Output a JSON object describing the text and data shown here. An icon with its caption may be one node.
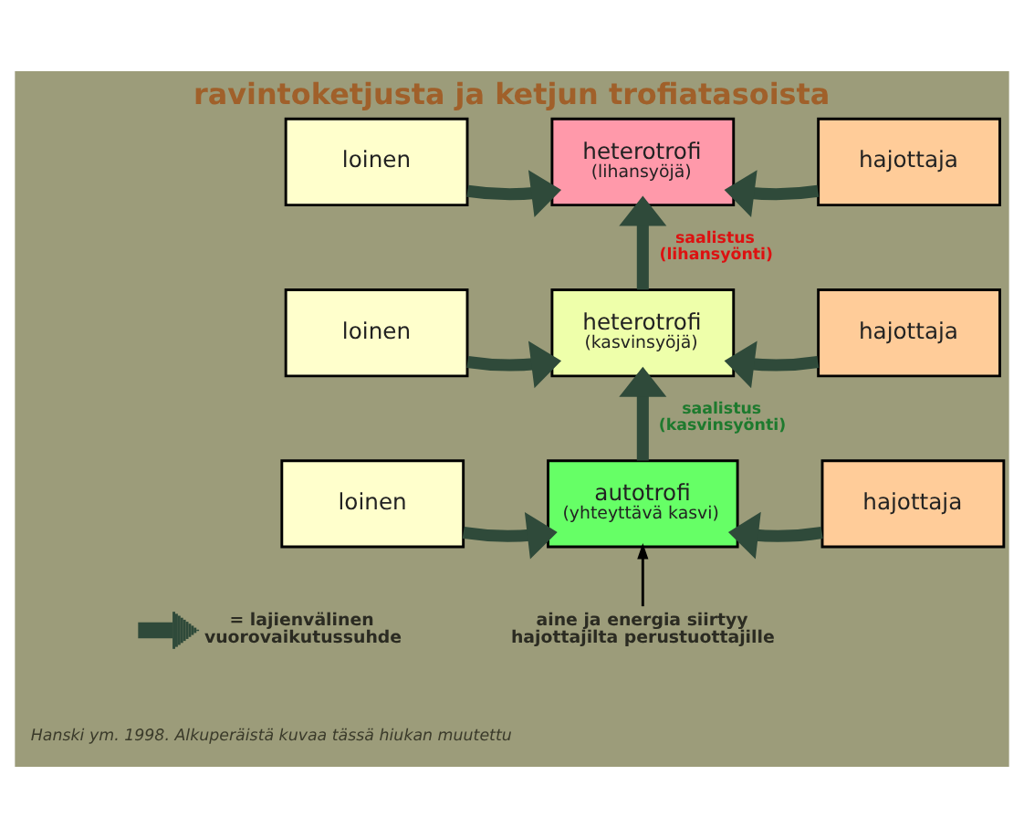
{
  "diagram": {
    "title": "ravintoketjusta ja ketjun trofiatasoista",
    "caption": "Hanski ym. 1998. Alkuperäistä kuvaa tässä hiukan muutettu",
    "nodes": [
      {
        "text": [
          "loinen"
        ]
      },
      {
        "text": [
          "heterotrofi",
          "(lihansyöjä)"
        ]
      },
      {
        "text": [
          "hajottaja"
        ]
      },
      {
        "text": [
          "loinen"
        ]
      },
      {
        "text": [
          "heterotrofi",
          "(kasvinsyöjä)"
        ]
      },
      {
        "text": [
          "hajottaja"
        ]
      },
      {
        "text": [
          "loinen"
        ]
      },
      {
        "text": [
          "autotrofi",
          "(yhteyttävä kasvi)"
        ]
      },
      {
        "text": [
          "hajottaja"
        ]
      },
      {
        "text": [
          "aine ja energia siirtyy hajottajilta perustuottajille"
        ]
      }
    ],
    "edges": [
      {
        "from": 0,
        "to": 1,
        "arrow": "to"
      },
      {
        "from": 2,
        "to": 1,
        "arrow": "to"
      },
      {
        "from": 4,
        "to": 1,
        "arrow": "to",
        "label": "saalistus (lihansyönti)"
      },
      {
        "from": 3,
        "to": 4,
        "arrow": "to"
      },
      {
        "from": 5,
        "to": 4,
        "arrow": "to"
      },
      {
        "from": 7,
        "to": 4,
        "arrow": "to",
        "label": "saalistus (kasvinsyönti)"
      },
      {
        "from": 6,
        "to": 7,
        "arrow": "to"
      },
      {
        "from": 8,
        "to": 7,
        "arrow": "to"
      },
      {
        "from": 9,
        "to": 7,
        "arrow": "to",
        "color": "#000000"
      }
    ],
    "legend": [
      {
        "text": "= lajienvälinen vuorovaikutussuhde"
      }
    ]
  }
}
